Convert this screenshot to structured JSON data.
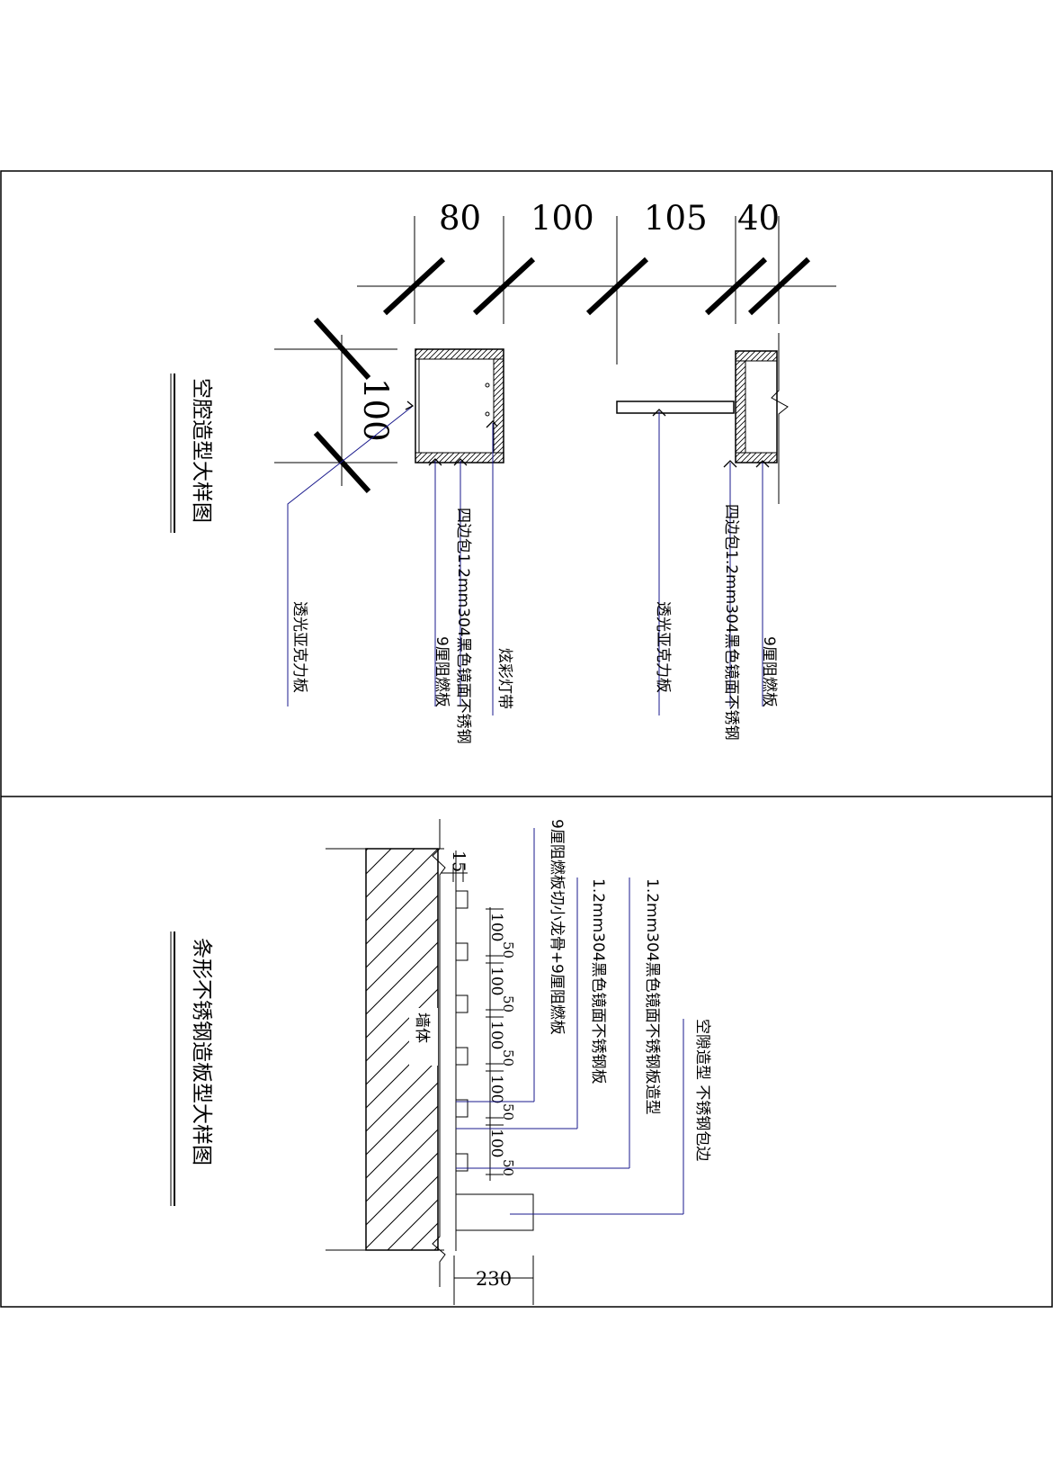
{
  "top_panel": {
    "title": "空腔造型大样图",
    "dims_top": [
      "80",
      "100",
      "105",
      "40"
    ],
    "dim_left": "100",
    "labels": {
      "acrylic_left": "透光亚克力板",
      "wrap_left_line1": "四边包1.2mm304黑色镜面不锈钢",
      "wrap_left_line2": "9厘阻燃板",
      "led_strip": "炫彩灯带",
      "acrylic_right": "透光亚克力板",
      "wrap_right_line1": "四边包1.2mm304黑色镜面不锈钢",
      "wrap_right_line2": "9厘阻燃板"
    }
  },
  "bottom_panel": {
    "title": "条形不锈钢造板型大样图",
    "wall_label": "墙体",
    "dim_15": "15",
    "dim_230": "230",
    "dims_vertical": [
      "100",
      "50",
      "100",
      "50",
      "100",
      "50",
      "100",
      "50",
      "100",
      "50"
    ],
    "labels": {
      "board_keel": "9厘阻燃板切小龙骨+9厘阻燃板",
      "ss_plate": "1.2mm304黑色镜面不锈钢板",
      "ss_shape": "1.2mm304黑色镜面不锈钢板造型",
      "gap_edge": "空隙造型 不锈钢包边"
    }
  },
  "colors": {
    "line": "#000000",
    "leader": "#1a1a8c"
  }
}
